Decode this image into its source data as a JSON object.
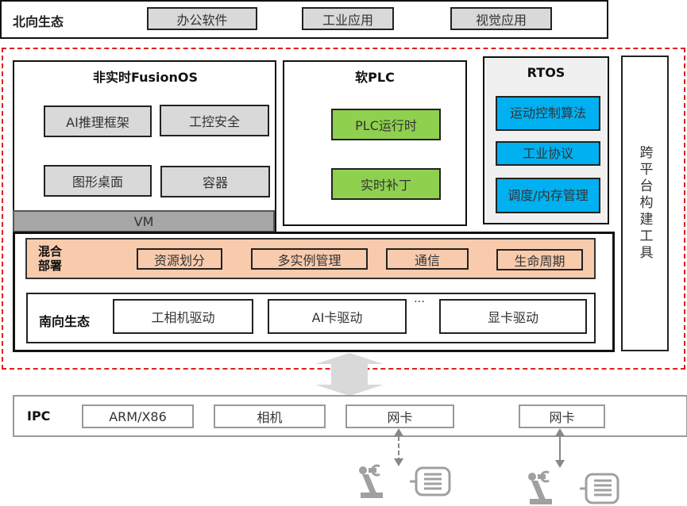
{
  "north": {
    "label": "北向生态",
    "items": [
      "办公软件",
      "工业应用",
      "视觉应用"
    ]
  },
  "fusionos": {
    "title": "非实时FusionOS",
    "items": [
      "AI推理框架",
      "工控安全",
      "图形桌面",
      "容器"
    ],
    "vm_label": "VM"
  },
  "softplc": {
    "title": "软PLC",
    "items": [
      "PLC运行时",
      "实时补丁"
    ]
  },
  "rtos": {
    "title": "RTOS",
    "items": [
      "运动控制算法",
      "工业协议",
      "调度/内存管理"
    ]
  },
  "crossplatform": {
    "label": "跨平台构建工具"
  },
  "hybrid": {
    "label": "混合部署",
    "items": [
      "资源划分",
      "多实例管理",
      "通信",
      "生命周期"
    ]
  },
  "south": {
    "label": "南向生态",
    "items": [
      "工相机驱动",
      "AI卡驱动",
      "显卡驱动"
    ],
    "ellipsis": "…"
  },
  "ipc": {
    "label": "IPC",
    "items": [
      "ARM/X86",
      "相机",
      "网卡",
      "网卡"
    ]
  },
  "colors": {
    "dashed_border": "#e02020",
    "plc_green": "#8fd14f",
    "rtos_blue": "#00b0f0",
    "hybrid_salmon": "#f8cbad",
    "gray_box": "#d9d9d9",
    "vm_gray": "#a6a6a6"
  }
}
